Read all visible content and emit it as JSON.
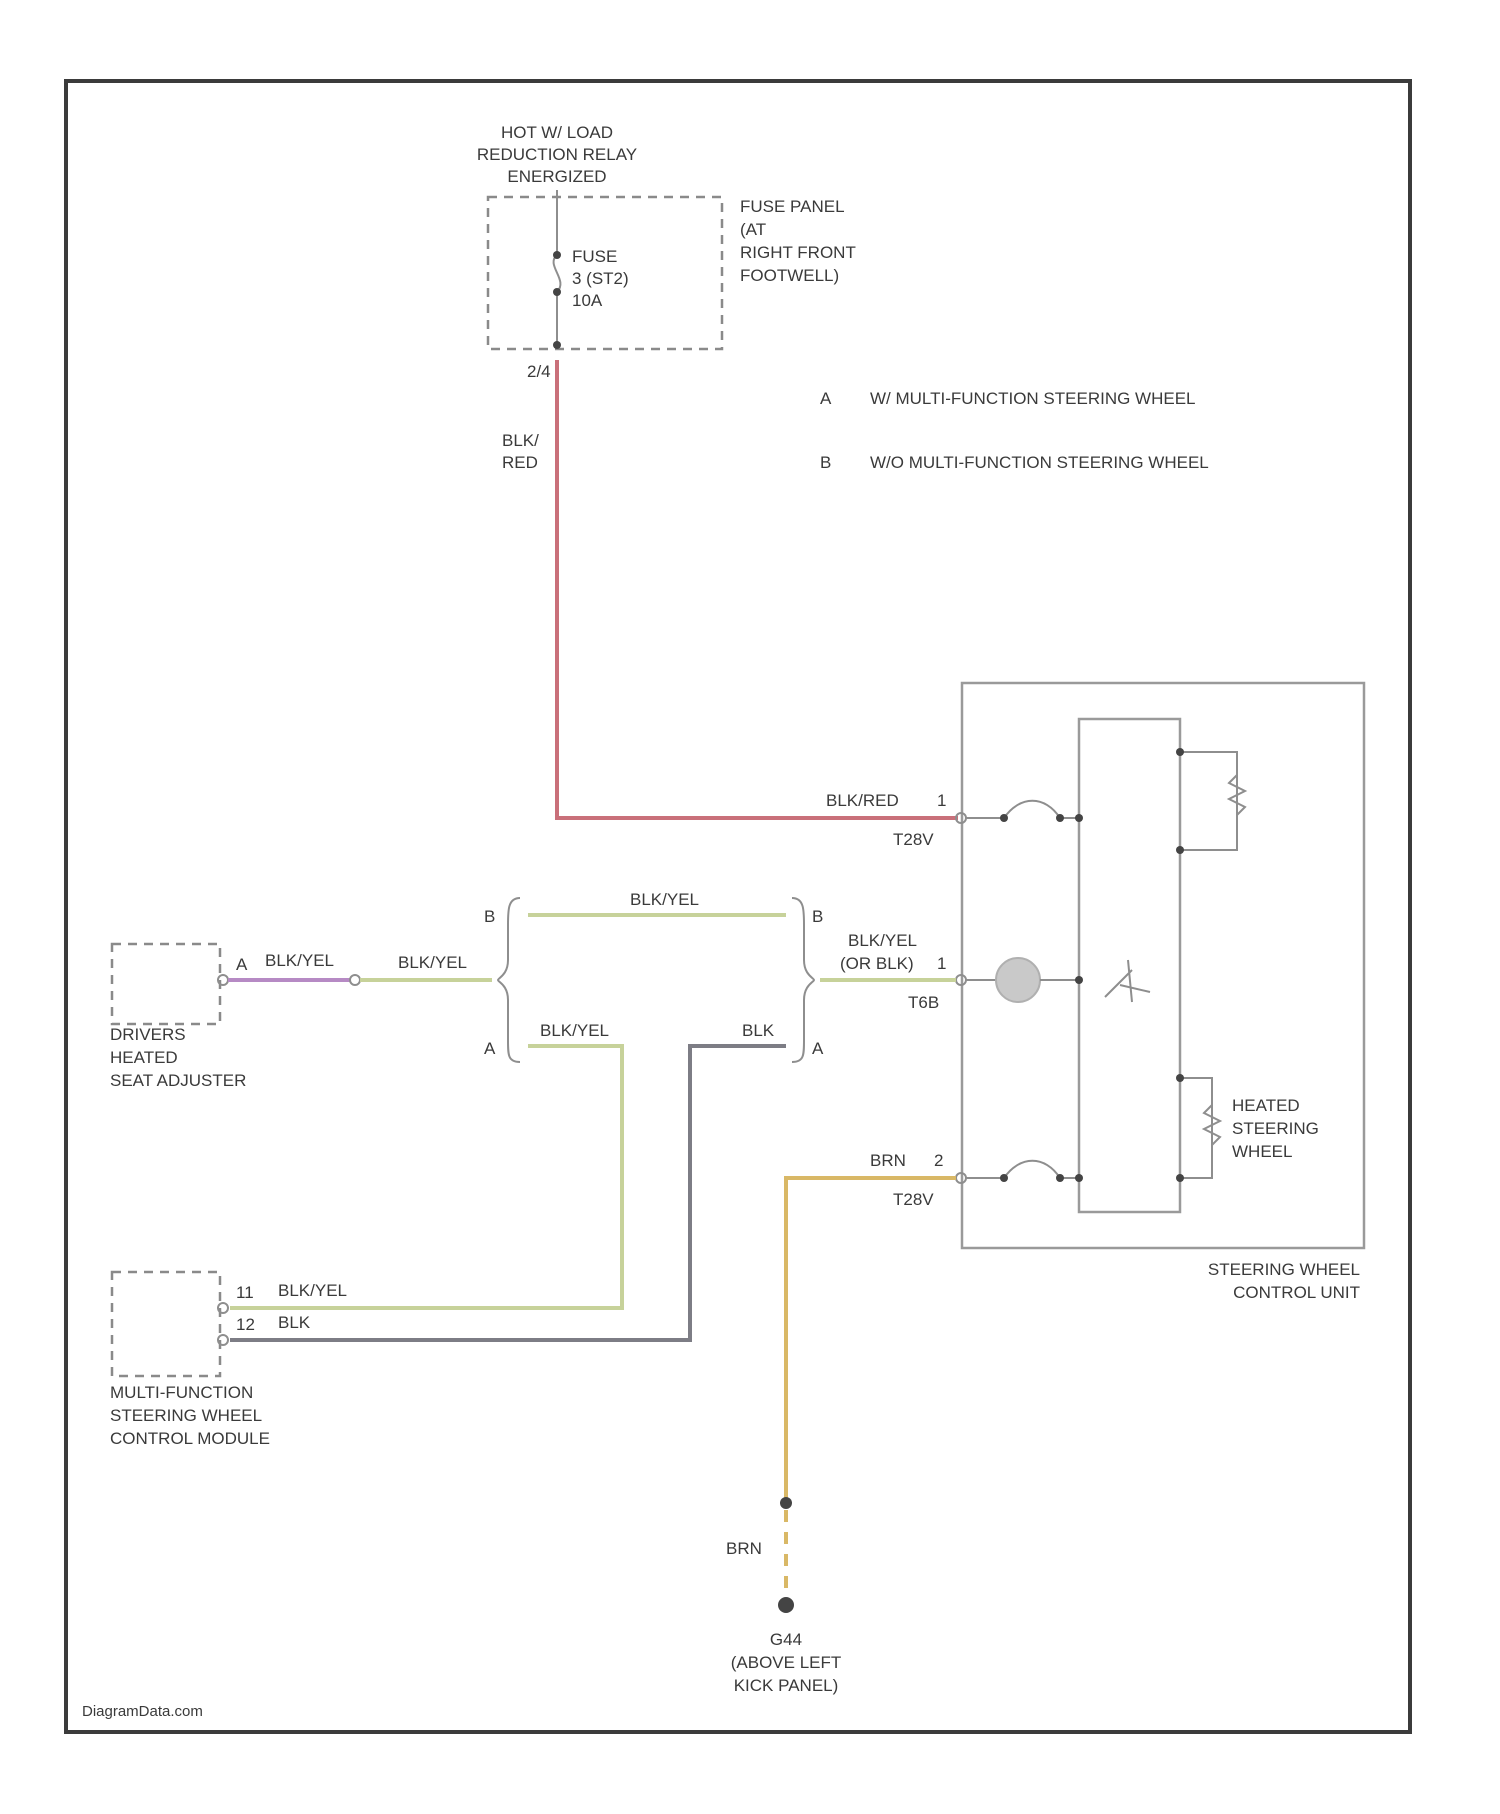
{
  "relay": {
    "line1": "HOT W/ LOAD",
    "line2": "REDUCTION RELAY",
    "line3": "ENERGIZED"
  },
  "fuse": {
    "name": "FUSE",
    "id": "3 (ST2)",
    "rating": "10A",
    "pin": "2/4"
  },
  "fuse_panel": {
    "line1": "FUSE PANEL",
    "line2": "(AT",
    "line3": "RIGHT FRONT",
    "line4": "FOOTWELL)"
  },
  "legend": {
    "items": [
      {
        "key": "A",
        "text": "W/ MULTI-FUNCTION STEERING WHEEL"
      },
      {
        "key": "B",
        "text": "W/O MULTI-FUNCTION STEERING WHEEL"
      }
    ]
  },
  "wires": {
    "blk_red_a": "BLK/",
    "blk_red_b": "RED",
    "blu_red": "BLK/RED",
    "blk_yel": "BLK/YEL",
    "blk_yel_or1": "BLK/YEL",
    "blk_yel_or2": "(OR BLK)",
    "blk": "BLK",
    "brn": "BRN"
  },
  "connectors": {
    "t28v_1": "T28V",
    "t28v_2": "T28V",
    "t6b": "T6B",
    "pin_1a": "1",
    "pin_1b": "1",
    "pin_2": "2",
    "pin_a": "A",
    "pin_b": "B",
    "pin_11": "11",
    "pin_12": "12"
  },
  "components": {
    "seat_adjuster": {
      "line1": "DRIVERS",
      "line2": "HEATED",
      "line3": "SEAT ADJUSTER"
    },
    "mfsw_module": {
      "line1": "MULTI-FUNCTION",
      "line2": "STEERING WHEEL",
      "line3": "CONTROL MODULE"
    },
    "steering_unit": {
      "line1": "STEERING WHEEL",
      "line2": "CONTROL UNIT"
    },
    "heated_wheel": {
      "line1": "HEATED",
      "line2": "STEERING",
      "line3": "WHEEL"
    },
    "ground": {
      "line1": "G44",
      "line2": "(ABOVE LEFT",
      "line3": "KICK PANEL)"
    }
  },
  "watermark": "DiagramData.com",
  "colors": {
    "red_wire": "#c9707a",
    "yellow_green_wire": "#c7d29a",
    "purple_wire": "#b68ac4",
    "black_wire": "#7d7d85",
    "brown_wire": "#d9b866"
  }
}
